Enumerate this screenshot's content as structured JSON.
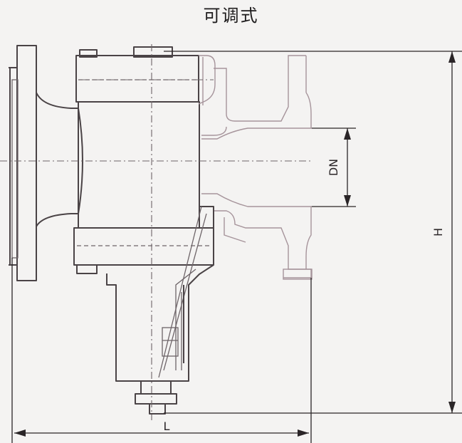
{
  "title": "可调式",
  "dimensions": {
    "dn": "DN",
    "h": "H",
    "l": "L"
  }
}
